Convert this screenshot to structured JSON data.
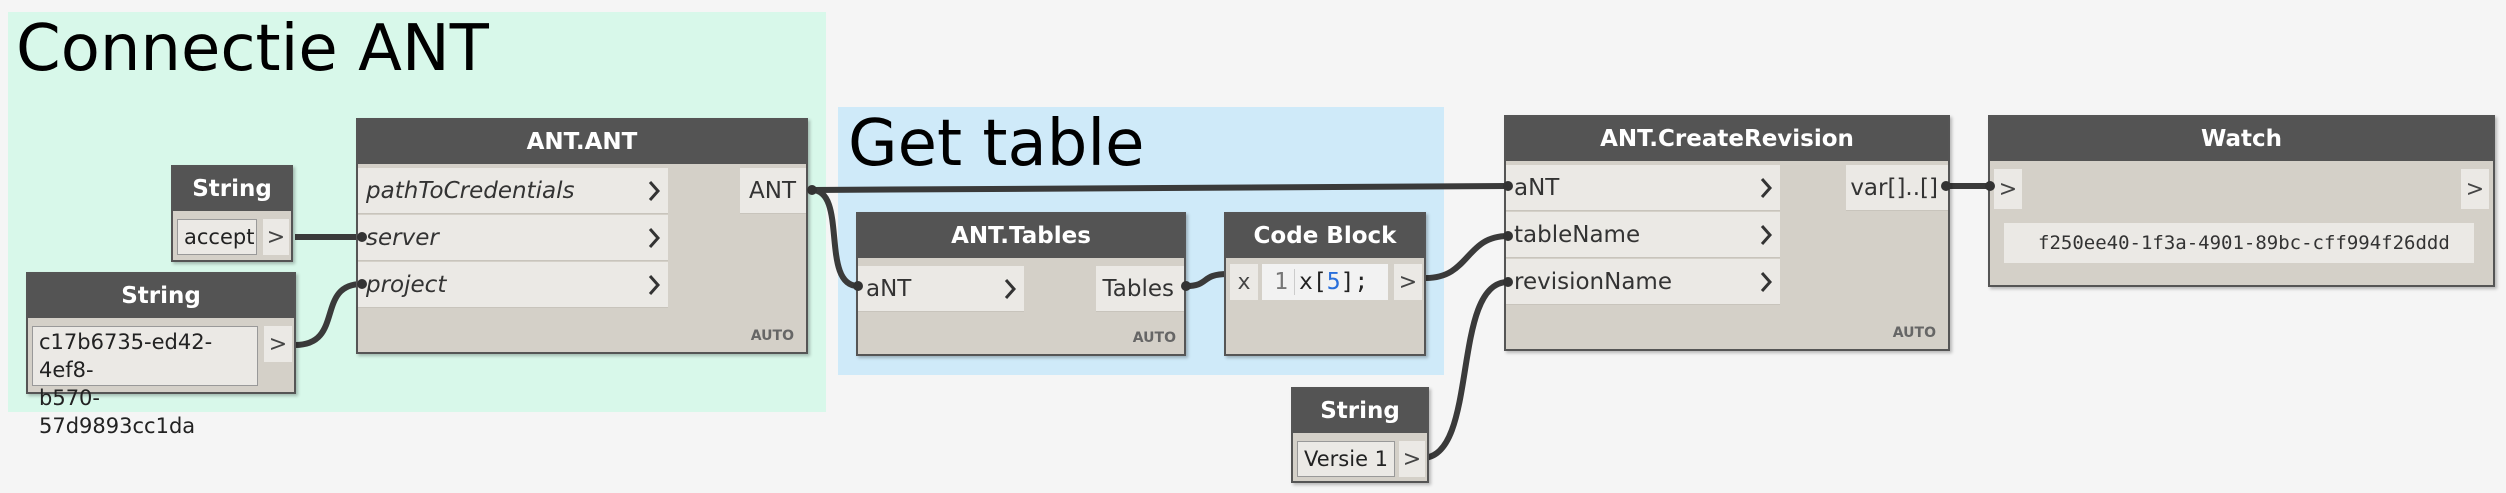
{
  "groups": {
    "connectie": {
      "title": "Connectie ANT",
      "color": "#d8f8ea"
    },
    "get_table": {
      "title": "Get table",
      "color": "#cfeaf9"
    }
  },
  "nodes": {
    "string_accept": {
      "title": "String",
      "value": "accept",
      "out": ">"
    },
    "string_project": {
      "title": "String",
      "value_line1": "c17b6735-ed42-4ef8-",
      "value_line2": "b570-57d9893cc1da",
      "out": ">"
    },
    "ant_ant": {
      "title": "ANT.ANT",
      "inputs": [
        "pathToCredentials",
        "server",
        "project"
      ],
      "output": "ANT",
      "lacing": "AUTO"
    },
    "ant_tables": {
      "title": "ANT.Tables",
      "inputs": [
        "aNT"
      ],
      "output": "Tables",
      "lacing": "AUTO"
    },
    "code_block": {
      "title": "Code Block",
      "var": "x",
      "line_no": "1",
      "code_x": "x",
      "code_open": "[",
      "code_num": "5",
      "code_close": "];",
      "out": ">"
    },
    "create_revision": {
      "title": "ANT.CreateRevision",
      "inputs": [
        "aNT",
        "tableName",
        "revisionName"
      ],
      "output": "var[]..[]",
      "lacing": "AUTO"
    },
    "watch": {
      "title": "Watch",
      "in": ">",
      "out": ">",
      "value": "f250ee40-1f3a-4901-89bc-cff994f26ddd"
    },
    "string_versie": {
      "title": "String",
      "value": "Versie 1",
      "out": ">"
    }
  },
  "colors": {
    "header": "#545454",
    "body": "#d4d0c8",
    "port": "#ebe9e5",
    "wire": "#3a3a3a",
    "code_number": "#2a6fdb"
  }
}
